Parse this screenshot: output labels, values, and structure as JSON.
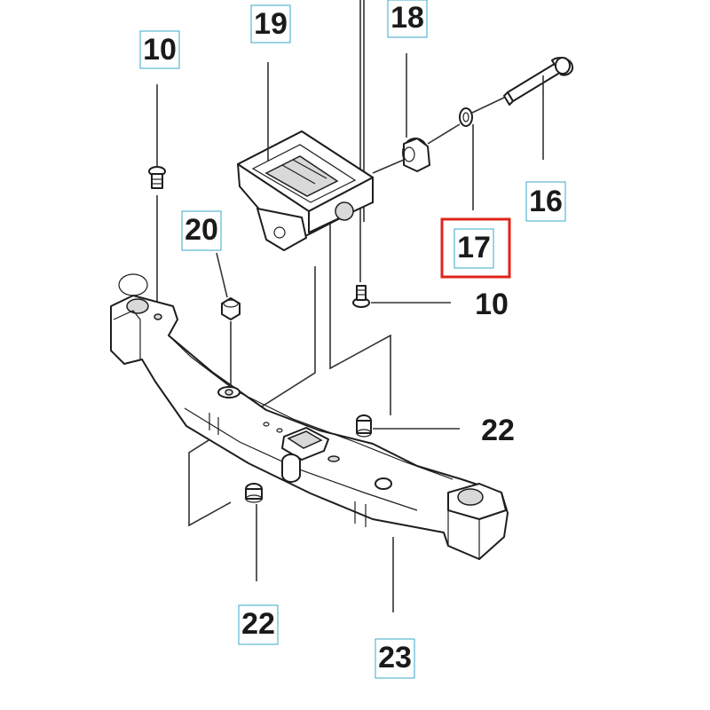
{
  "callouts": [
    {
      "id": "c10a",
      "label": "10",
      "boxed": true
    },
    {
      "id": "c19",
      "label": "19",
      "boxed": true
    },
    {
      "id": "c18",
      "label": "18",
      "boxed": true
    },
    {
      "id": "c16",
      "label": "16",
      "boxed": true
    },
    {
      "id": "c17",
      "label": "17",
      "boxed": true,
      "highlighted": true
    },
    {
      "id": "c20",
      "label": "20",
      "boxed": true
    },
    {
      "id": "c10b",
      "label": "10",
      "boxed": false
    },
    {
      "id": "c22a",
      "label": "22",
      "boxed": false
    },
    {
      "id": "c22b",
      "label": "22",
      "boxed": true
    },
    {
      "id": "c23",
      "label": "23",
      "boxed": true
    }
  ],
  "colors": {
    "highlight": "#e2231a",
    "label_box": "#3aa8c8",
    "line": "#1e1e1e"
  }
}
